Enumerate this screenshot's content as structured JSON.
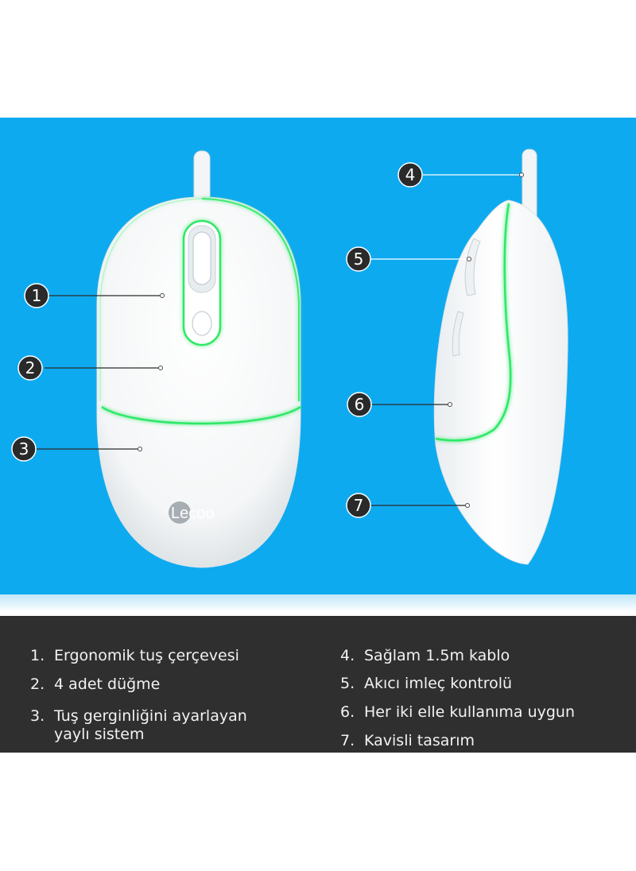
{
  "colors": {
    "background_blue": "#0eaaf0",
    "legend_bg": "#2f2f30",
    "glow_green": "#2ee868",
    "mouse_white": "#ffffff",
    "badge_dark": "#2a2a2a"
  },
  "logo": {
    "text": "Lecoo"
  },
  "callouts": [
    {
      "num": "1"
    },
    {
      "num": "2"
    },
    {
      "num": "3"
    },
    {
      "num": "4"
    },
    {
      "num": "5"
    },
    {
      "num": "6"
    },
    {
      "num": "7"
    }
  ],
  "features": [
    {
      "num": "1.",
      "text": "Ergonomik tuş çerçevesi"
    },
    {
      "num": "2.",
      "text": "4 adet düğme"
    },
    {
      "num": "3.",
      "text": "Tuş gerginliğini ayarlayan",
      "text2": "yaylı sistem"
    },
    {
      "num": "4.",
      "text": "Sağlam 1.5m kablo"
    },
    {
      "num": "5.",
      "text": "Akıcı imleç kontrolü"
    },
    {
      "num": "6.",
      "text": "Her iki elle kullanıma uygun"
    },
    {
      "num": "7.",
      "text": "Kavisli tasarım"
    }
  ]
}
